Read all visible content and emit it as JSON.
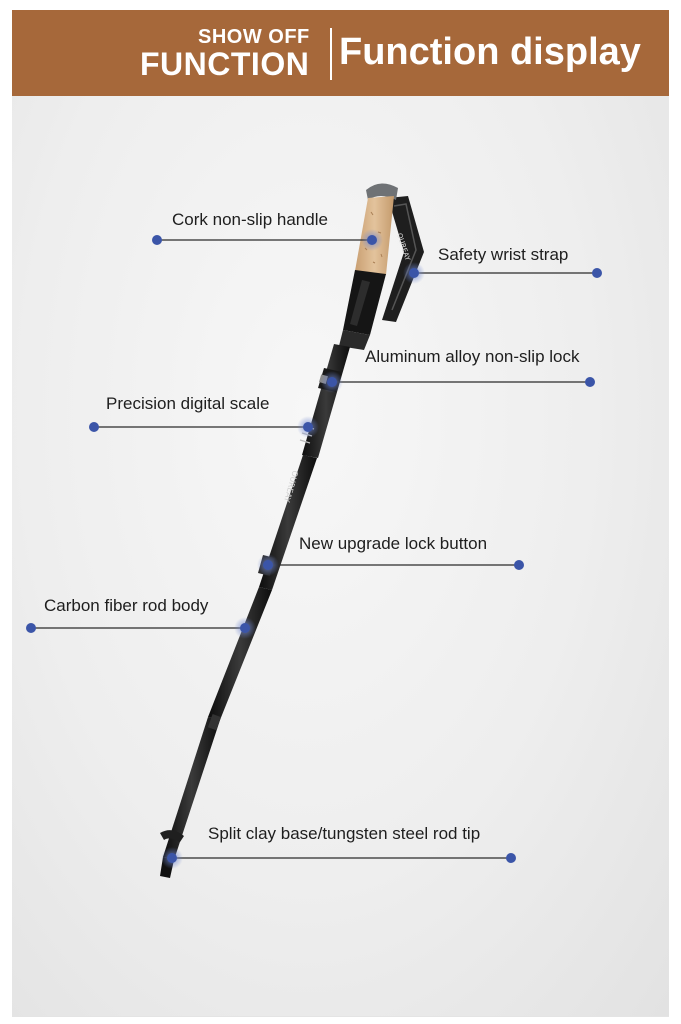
{
  "header": {
    "show_off": "SHOW OFF",
    "function": "FUNCTION",
    "title": "Function display"
  },
  "callouts": [
    {
      "id": "cork-handle",
      "label": "Cork non-slip handle"
    },
    {
      "id": "wrist-strap",
      "label": "Safety wrist strap"
    },
    {
      "id": "alloy-lock",
      "label": "Aluminum alloy non-slip lock"
    },
    {
      "id": "digital-scale",
      "label": "Precision digital scale"
    },
    {
      "id": "lock-button",
      "label": "New upgrade lock button"
    },
    {
      "id": "rod-body",
      "label": "Carbon fiber rod body"
    },
    {
      "id": "rod-tip",
      "label": "Split clay base/tungsten steel rod tip"
    }
  ],
  "product": {
    "strap_text": "OUREAY",
    "shaft_text": "OUREAY"
  },
  "colors": {
    "header_bg": "#a6683a",
    "dot": "#3b55a8",
    "cork": "#d8b48a",
    "shaft": "#1b1b1b"
  }
}
